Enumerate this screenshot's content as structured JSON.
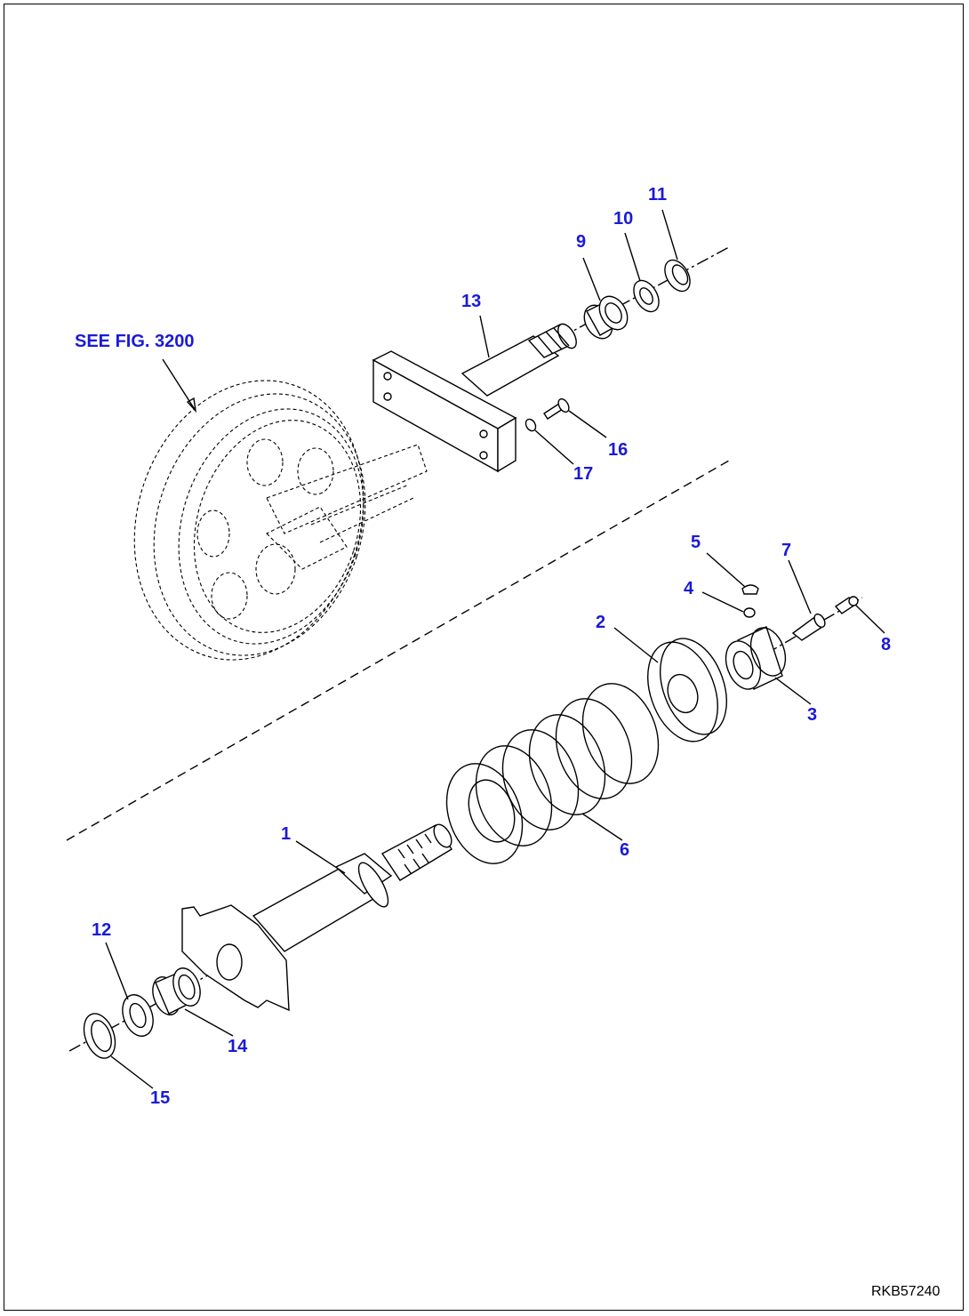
{
  "reference_note": "SEE FIG. 3200",
  "drawing_code": "RKB57240",
  "part_labels": [
    "1",
    "2",
    "3",
    "4",
    "5",
    "6",
    "7",
    "8",
    "9",
    "10",
    "11",
    "12",
    "13",
    "14",
    "15",
    "16",
    "17"
  ],
  "colors": {
    "label": "#1a1ad8",
    "line": "#000000",
    "background": "#ffffff"
  }
}
